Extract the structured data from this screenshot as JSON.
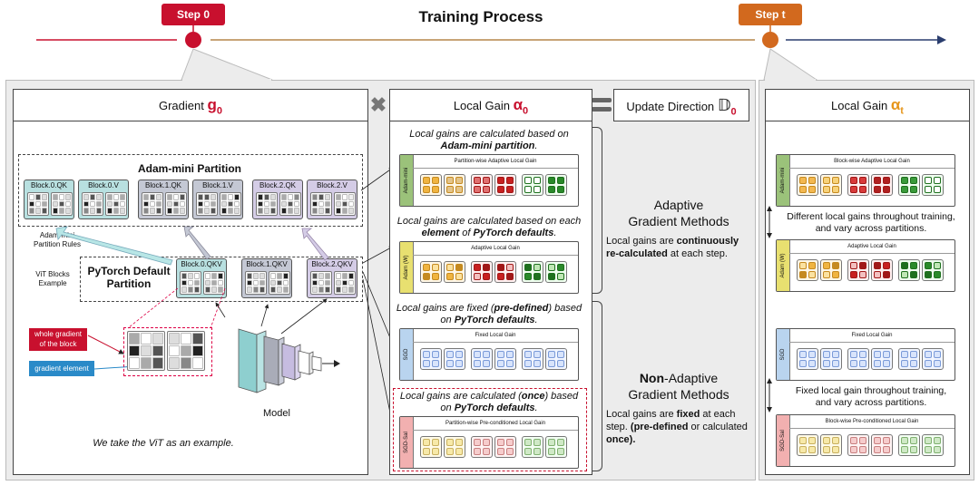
{
  "header": {
    "title": "Training Process",
    "step0": "Step 0",
    "stept": "Step t",
    "step0_color": "#c8102e",
    "stept_color": "#d2691e"
  },
  "gradient_panel": {
    "title": "Gradient",
    "symbol": "g",
    "sub": "0",
    "adam_mini_title": "Adam-mini Partition",
    "adam_blocks": [
      "Block.0.QK",
      "Block.0.V",
      "Block.1.QK",
      "Block.1.V",
      "Block.2.QK",
      "Block.2.V"
    ],
    "adam_rules": "Adam-mini\nPartition Rules",
    "vit_blocks_label": "ViT Blocks\nExample",
    "pytorch_title": "PyTorch Default\nPartition",
    "pytorch_blocks": [
      "Block.0.QKV",
      "Block.1.QKV",
      "Block.2.QKV"
    ],
    "whole_gradient": "whole gradient\nof the block",
    "gradient_element": "gradient element",
    "model_label": "Model",
    "vit_note": "We take the ViT as an example."
  },
  "local_gain_panel": {
    "title": "Local Gain",
    "symbol": "α",
    "sub": "0",
    "sections": [
      {
        "caption_html": "Local gains are calculated based on <b>Adam-mini partition</b>.",
        "tab": "Adam-mini",
        "card_title": "Partition-wise Adaptive Local Gain",
        "tab_color": "#9bc27a"
      },
      {
        "caption_html": "Local gains are calculated based on each <b>element</b> of <b>PyTorch defaults</b>.",
        "tab": "Adam (W)",
        "card_title": "Adaptive Local Gain",
        "tab_color": "#e8e070"
      },
      {
        "caption_html": "Local gains are fixed (<b>pre-defined</b>) based on <b>PyTorch defaults</b>.",
        "tab": "SGD",
        "card_title": "Fixed Local Gain",
        "tab_color": "#b9d4ef"
      },
      {
        "caption_html": "Local gains are calculated (<b>once</b>) based on <b>PyTorch defaults</b>.",
        "tab": "SGD-Sal",
        "card_title": "Partition-wise Pre-conditioned Local Gain",
        "tab_color": "#f2b0b0"
      }
    ]
  },
  "update_direction": {
    "label": "Update Direction",
    "symbol": "𝔻",
    "sub": "0"
  },
  "methods": {
    "adaptive_title": "Adaptive\nGradient Methods",
    "adaptive_desc_html": "Local gains are <b>continuously re-calculated</b> at each step.",
    "nonadaptive_title_bold": "Non",
    "nonadaptive_title_rest": "-Adaptive\nGradient Methods",
    "nonadaptive_desc_html": "Local gains are <b>fixed</b> at each step. <b>(pre-defined</b> or calculated <b>once).</b>"
  },
  "right_panel": {
    "title": "Local Gain",
    "symbol": "α",
    "sub": "t",
    "cards": [
      {
        "tab": "Adam-mini",
        "title": "Block-wise Adaptive Local Gain",
        "tab_color": "#9bc27a"
      },
      {
        "tab": "Adam (W)",
        "title": "Adaptive Local Gain",
        "tab_color": "#e8e070"
      },
      {
        "tab": "SGD",
        "title": "Fixed Local Gain",
        "tab_color": "#b9d4ef"
      },
      {
        "tab": "SGD-Sal",
        "title": "Block-wise Pre-conditioned Local Gain",
        "tab_color": "#f2b0b0"
      }
    ],
    "note_adaptive": "Different local gains throughout training,\nand vary across partitions.",
    "note_fixed": "Fixed local gain throughout training,\nand vary across partitions."
  },
  "colors": {
    "adam_mini_qk": "#b8e0e0",
    "adam_mini_v1": "#c4c8d4",
    "adam_mini_v2": "#d4cce6",
    "orange_gain": "#e8a640",
    "red_gain": "#d63a3a",
    "green_gain": "#3a9a3a",
    "blue_gain": "#9ab8ec",
    "salmon_gain": "#f0d870"
  }
}
